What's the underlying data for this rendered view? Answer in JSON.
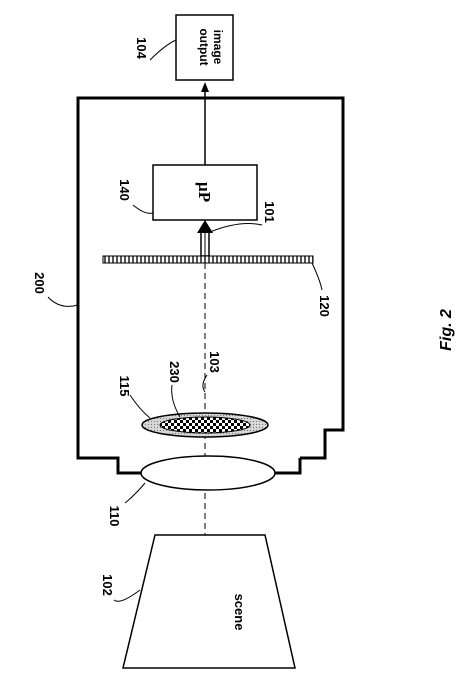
{
  "figure": {
    "caption": "Fig. 2",
    "labels": {
      "n104": "104",
      "n140": "140",
      "n101": "101",
      "n200": "200",
      "n120": "120",
      "n103": "103",
      "n230": "230",
      "n115": "115",
      "n110": "110",
      "n102": "102"
    },
    "output_box": {
      "line1": "output",
      "line2": "image"
    },
    "processor_box": {
      "text": "µP"
    },
    "scene_text": "scene"
  }
}
